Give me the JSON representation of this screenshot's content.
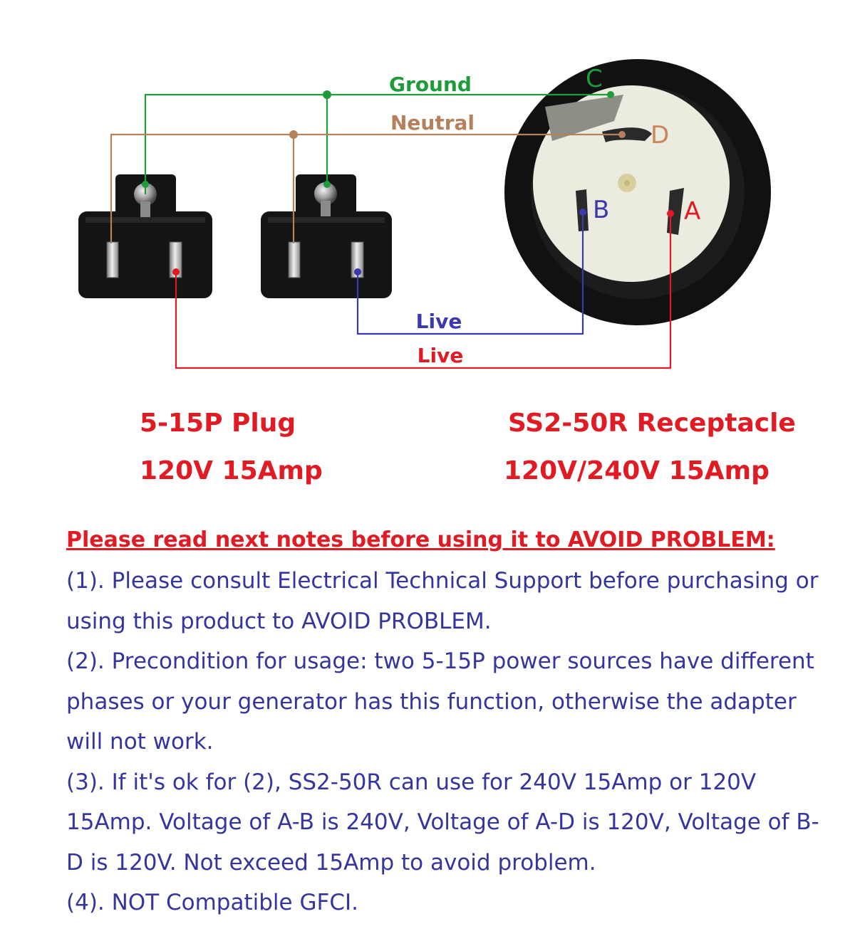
{
  "wires": {
    "ground": {
      "label": "Ground",
      "color": "#1f9c3a"
    },
    "neutral": {
      "label": "Neutral",
      "color": "#b5805a"
    },
    "live_blue": {
      "label": "Live",
      "color": "#3a3aae"
    },
    "live_red": {
      "label": "Live",
      "color": "#e01b23"
    }
  },
  "pins": {
    "c": {
      "label": "C",
      "color": "#1f9c3a"
    },
    "d": {
      "label": "D",
      "color": "#c8865c"
    },
    "b": {
      "label": "B",
      "color": "#3a3aae"
    },
    "a": {
      "label": "A",
      "color": "#e01b23"
    }
  },
  "specs": {
    "plug": {
      "name": "5-15P Plug",
      "rating": "120V 15Amp"
    },
    "receptacle": {
      "name": "SS2-50R Receptacle",
      "rating": "120V/240V 15Amp"
    }
  },
  "notes": {
    "heading": "Please read next notes before using it to AVOID PROBLEM:",
    "items": [
      "(1). Please consult Electrical Technical Support before purchasing or using this product to AVOID PROBLEM.",
      "(2). Precondition for usage: two 5-15P power sources have different phases or your generator has this function, otherwise the adapter will not work.",
      "(3). If it's ok for (2), SS2-50R can use for 240V 15Amp or 120V 15Amp. Voltage of A-B is 240V, Voltage of A-D is 120V, Voltage of B-D is 120V.  Not exceed 15Amp to avoid problem.",
      "(4). NOT Compatible GFCI."
    ]
  }
}
